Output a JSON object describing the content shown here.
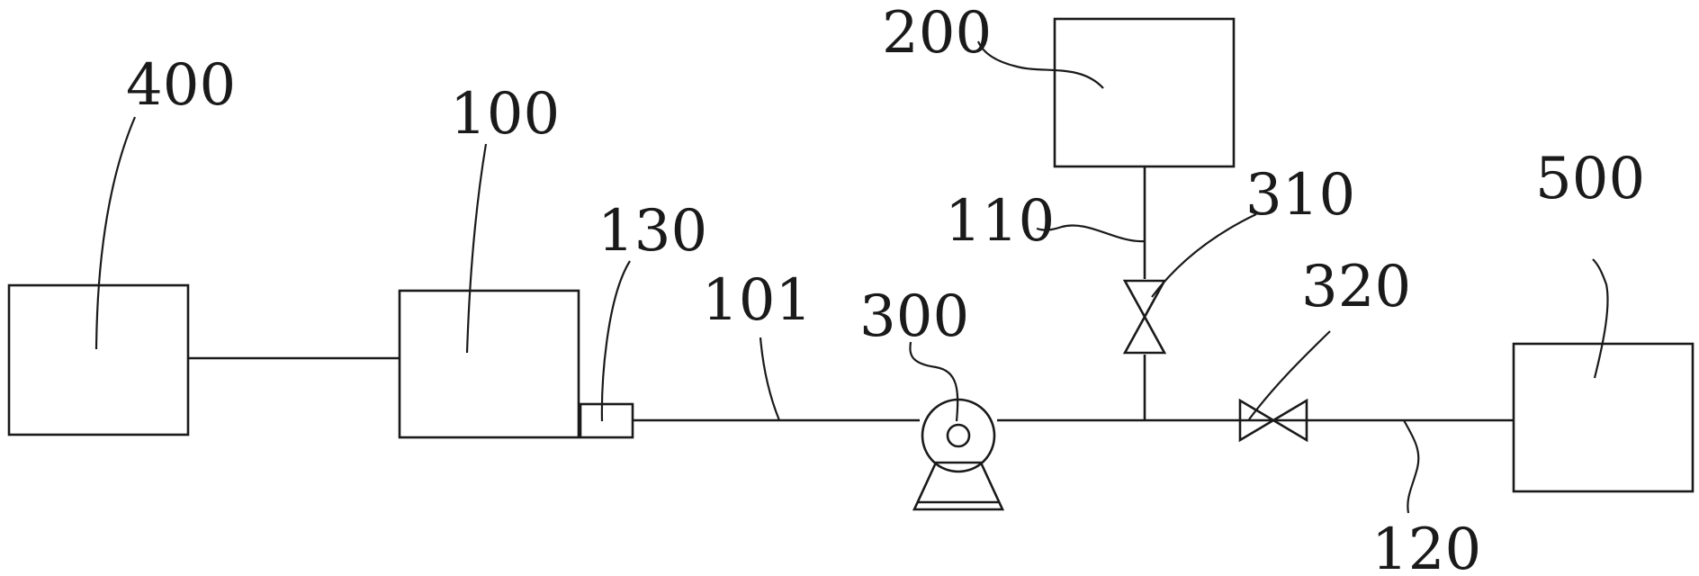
{
  "labels": {
    "l400": "400",
    "l100": "100",
    "l130": "130",
    "l101": "101",
    "l300": "300",
    "l200": "200",
    "l110": "110",
    "l310": "310",
    "l320": "320",
    "l500": "500",
    "l120": "120"
  },
  "colors": {
    "stroke": "#1a1a1a",
    "background": "#ffffff"
  }
}
